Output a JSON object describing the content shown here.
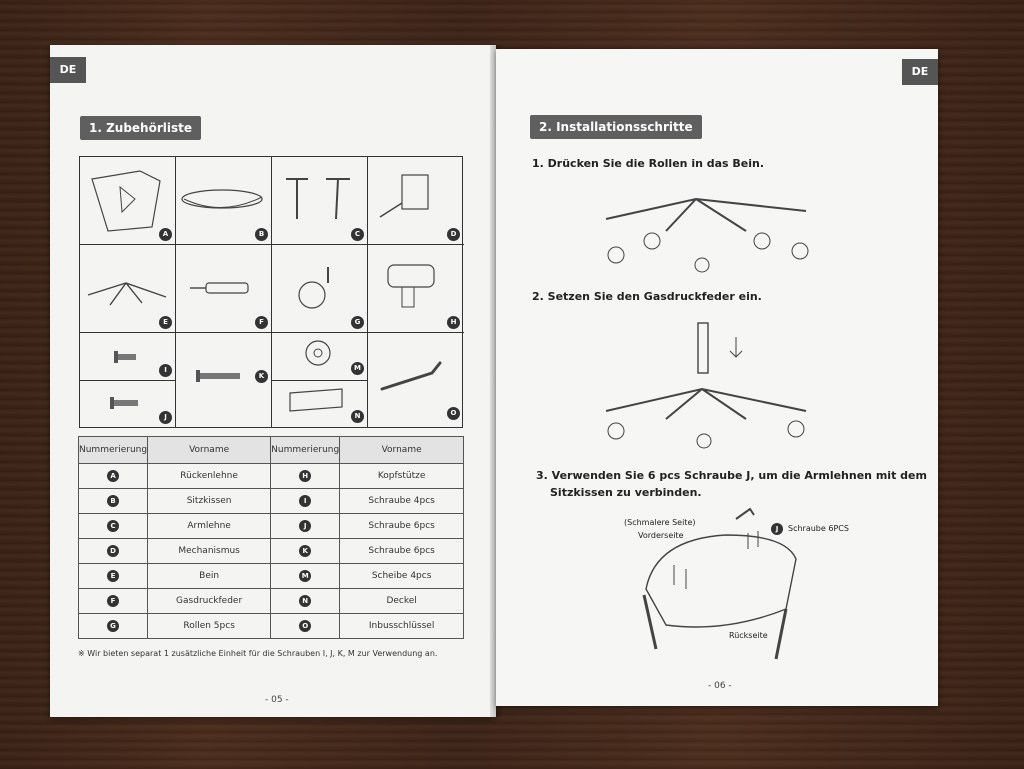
{
  "left_page": {
    "lang": "DE",
    "section_title": "1. Zubehörliste",
    "parts_grid": {
      "labels": [
        "A",
        "B",
        "C",
        "D",
        "E",
        "F",
        "G",
        "H",
        "I",
        "J",
        "K",
        "M",
        "N",
        "O"
      ]
    },
    "table": {
      "headers": [
        "Nummerierung",
        "Vorname",
        "Nummerierung",
        "Vorname"
      ],
      "rows": [
        {
          "l_id": "A",
          "l_name": "Rückenlehne",
          "r_id": "H",
          "r_name": "Kopfstütze"
        },
        {
          "l_id": "B",
          "l_name": "Sitzkissen",
          "r_id": "I",
          "r_name": "Schraube 4pcs"
        },
        {
          "l_id": "C",
          "l_name": "Armlehne",
          "r_id": "J",
          "r_name": "Schraube 6pcs"
        },
        {
          "l_id": "D",
          "l_name": "Mechanismus",
          "r_id": "K",
          "r_name": "Schraube 6pcs"
        },
        {
          "l_id": "E",
          "l_name": "Bein",
          "r_id": "M",
          "r_name": "Scheibe 4pcs"
        },
        {
          "l_id": "F",
          "l_name": "Gasdruckfeder",
          "r_id": "N",
          "r_name": "Deckel"
        },
        {
          "l_id": "G",
          "l_name": "Rollen 5pcs",
          "r_id": "O",
          "r_name": "Inbusschlüssel"
        }
      ]
    },
    "note": "※ Wir bieten separat 1 zusätzliche Einheit für die Schrauben I, J, K, M zur Verwendung an.",
    "page_number": "- 05 -"
  },
  "right_page": {
    "lang": "DE",
    "section_title": "2. Installationsschritte",
    "steps": [
      "1. Drücken Sie die Rollen in das Bein.",
      "2. Setzen Sie den Gasdruckfeder ein.",
      "3. Verwenden Sie 6 pcs Schraube J, um die Armlehnen mit dem",
      "Sitzkissen zu verbinden."
    ],
    "diagram_labels": {
      "narrow_side": "(Schmalere Seite)",
      "front_side": "Vorderseite",
      "screw_badge": "J",
      "screw_label": "Schraube 6PCS",
      "back_side": "Rückseite"
    },
    "page_number": "- 06 -"
  }
}
